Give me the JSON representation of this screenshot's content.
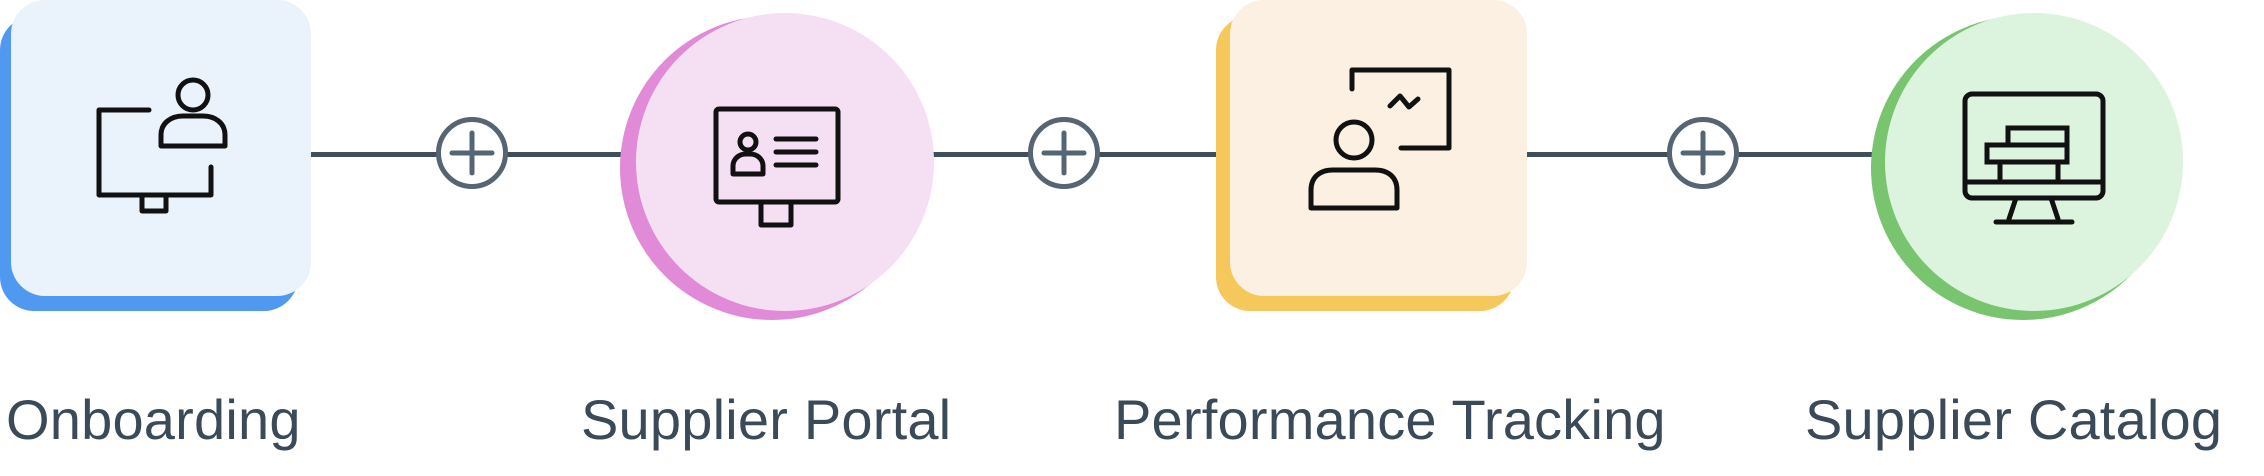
{
  "steps": [
    {
      "label": "Onboarding",
      "shape": "rounded-square",
      "fill": "#eaf2fb",
      "shadow": "#4f9af0",
      "icon": "monitor-user-icon"
    },
    {
      "label": "Supplier Portal",
      "shape": "circle",
      "fill": "#f5e0f3",
      "shadow": "#e18ad7",
      "icon": "profile-monitor-icon"
    },
    {
      "label": "Performance Tracking",
      "shape": "rounded-square",
      "fill": "#fbf0e1",
      "shadow": "#f6c75b",
      "icon": "presenter-chart-icon"
    },
    {
      "label": "Supplier Catalog",
      "shape": "circle",
      "fill": "#dcf3dd",
      "shadow": "#78c46f",
      "icon": "computer-catalog-icon"
    }
  ],
  "connector_icon": "plus-circle-icon",
  "connector_color": "#3f4f5c"
}
